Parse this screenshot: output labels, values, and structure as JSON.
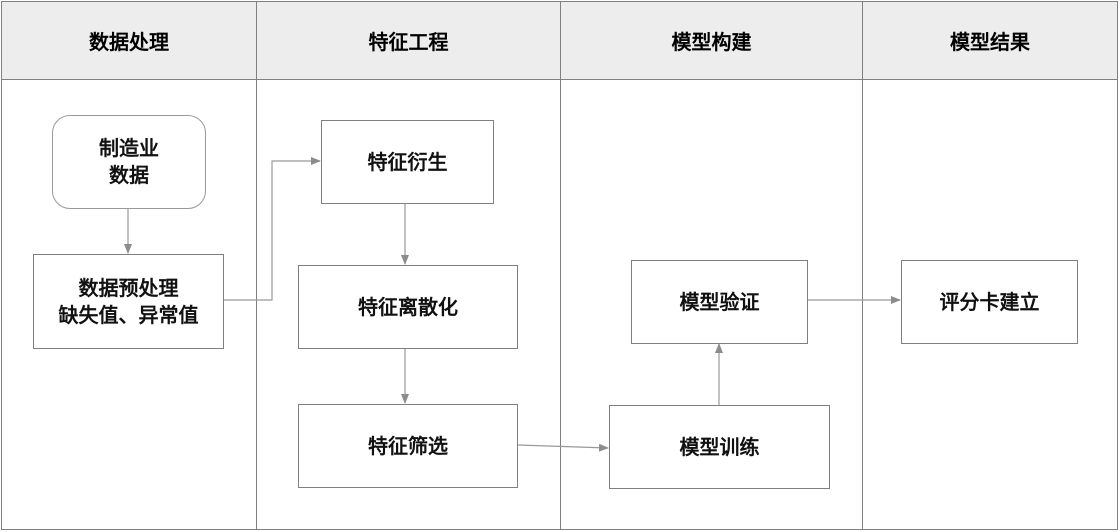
{
  "lanes": [
    {
      "title": "数据处理"
    },
    {
      "title": "特征工程"
    },
    {
      "title": "模型构建"
    },
    {
      "title": "模型结果"
    }
  ],
  "nodes": {
    "source": {
      "line1": "制造业",
      "line2": "数据"
    },
    "preprocess": {
      "line1": "数据预处理",
      "line2": "缺失值、异常值"
    },
    "derive": {
      "label": "特征衍生"
    },
    "discretize": {
      "label": "特征离散化"
    },
    "select": {
      "label": "特征筛选"
    },
    "train": {
      "label": "模型训练"
    },
    "validate": {
      "label": "模型验证"
    },
    "scorecard": {
      "label": "评分卡建立"
    }
  },
  "colors": {
    "header_bg": "#ededed",
    "border": "#808080",
    "arrow": "#999999"
  }
}
